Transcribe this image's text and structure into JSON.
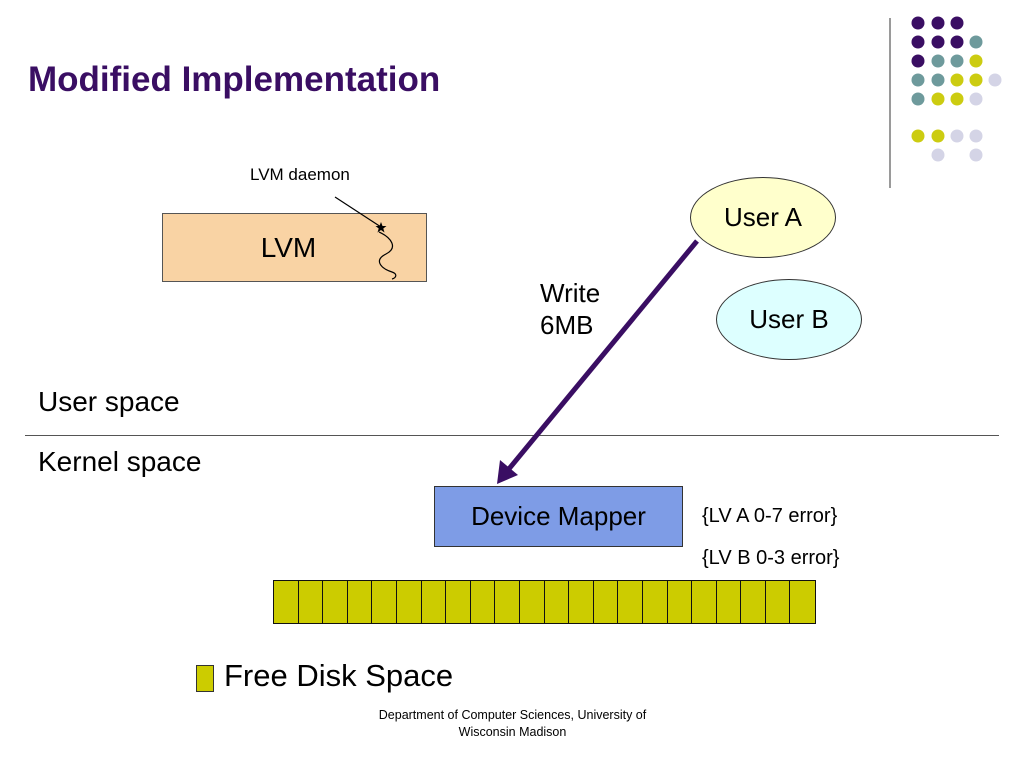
{
  "slide": {
    "title": "Modified Implementation"
  },
  "diagram": {
    "lvm_label": "LVM",
    "daemon_label": "LVM daemon",
    "user_a": "User A",
    "user_b": "User B",
    "write_line1": "Write",
    "write_line2": "6MB",
    "user_space": "User space",
    "kernel_space": "Kernel space",
    "device_mapper": "Device Mapper",
    "error_a": "{LV A 0-7 error}",
    "error_b": "{LV B 0-3 error}",
    "disk_block_count": 22,
    "legend_label": "Free Disk Space"
  },
  "footer": {
    "line1": "Department of Computer Sciences, University of",
    "line2": "Wisconsin Madison"
  },
  "colors": {
    "title": "#3a0e63",
    "lvm_box": "#f9d3a4",
    "user_a": "#ffffcc",
    "user_b": "#ddffff",
    "device_mapper": "#7e9ce6",
    "arrow": "#3a0e63",
    "disk_block": "#cccc00",
    "deco_purple": "#3a0e63",
    "deco_teal": "#6e9a9c",
    "deco_olive": "#cccc11",
    "deco_lavender": "#d4d4e6"
  }
}
